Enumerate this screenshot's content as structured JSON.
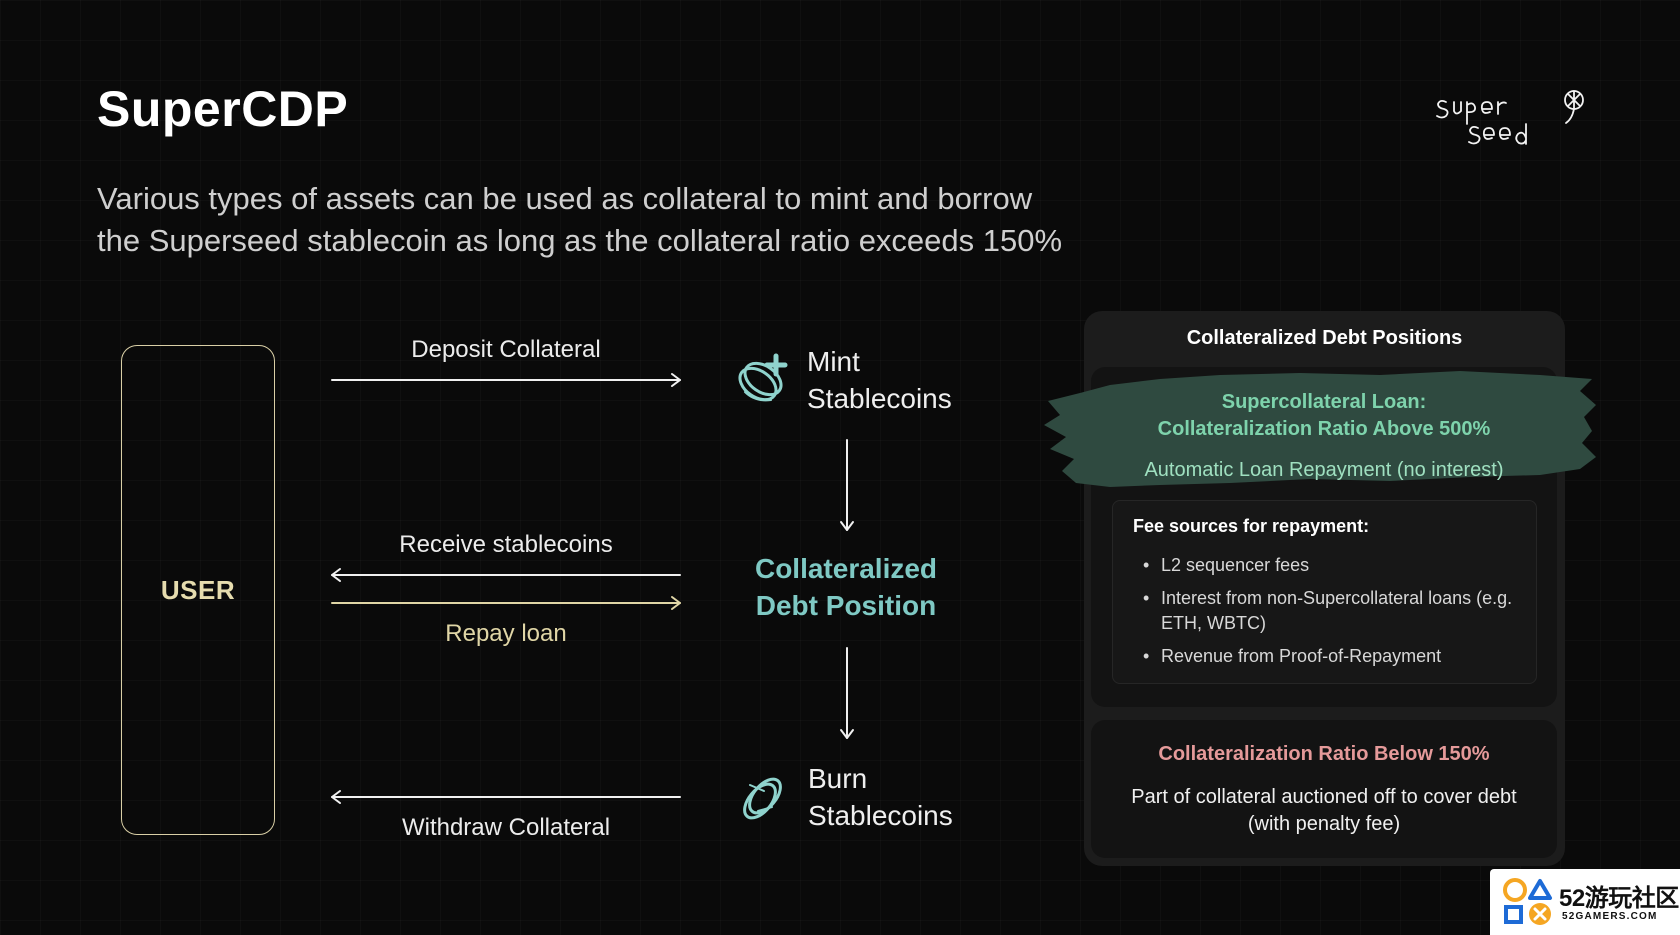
{
  "header": {
    "title": "SuperCDP",
    "subtitle_line1": "Various types of assets can be used as collateral to mint and borrow",
    "subtitle_line2": "the Superseed stablecoin as long as the collateral ratio exceeds 150%",
    "logo_text": "superseed"
  },
  "diagram": {
    "user_label": "USER",
    "arrows": {
      "deposit": "Deposit Collateral",
      "receive": "Receive stablecoins",
      "repay": "Repay loan",
      "withdraw": "Withdraw Collateral"
    },
    "mint": {
      "line1": "Mint",
      "line2": "Stablecoins",
      "icon": "coin-plus-icon"
    },
    "cdp": {
      "line1": "Collateralized",
      "line2": "Debt Position"
    },
    "burn": {
      "line1": "Burn",
      "line2": "Stablecoins",
      "icon": "coin-burn-icon"
    },
    "colors": {
      "user": "#e6dcae",
      "repay": "#e0d6a6",
      "cdp": "#7fc9c4",
      "arrow": "#f0f0f0"
    }
  },
  "panel": {
    "title": "Collateralized Debt Positions",
    "supercollateral": {
      "title_line1": "Supercollateral Loan:",
      "title_line2": "Collateralization Ratio Above 500%",
      "subtitle": "Automatic Loan Repayment (no interest)",
      "fee_title": "Fee sources for repayment:",
      "fee_items": [
        "L2 sequencer fees",
        "Interest from non-Supercollateral loans (e.g. ETH, WBTC)",
        "Revenue from Proof-of-Repayment"
      ]
    },
    "below": {
      "title": "Collateralization Ratio Below 150%",
      "text": "Part of collateral auctioned off to cover debt (with penalty fee)"
    },
    "colors": {
      "supercollateral_title": "#7ed3ac",
      "below_title": "#e59a9a",
      "brush": "#2f4a40"
    }
  },
  "watermark": {
    "main": "52游玩社区",
    "sub": "52GAMERS.COM"
  }
}
